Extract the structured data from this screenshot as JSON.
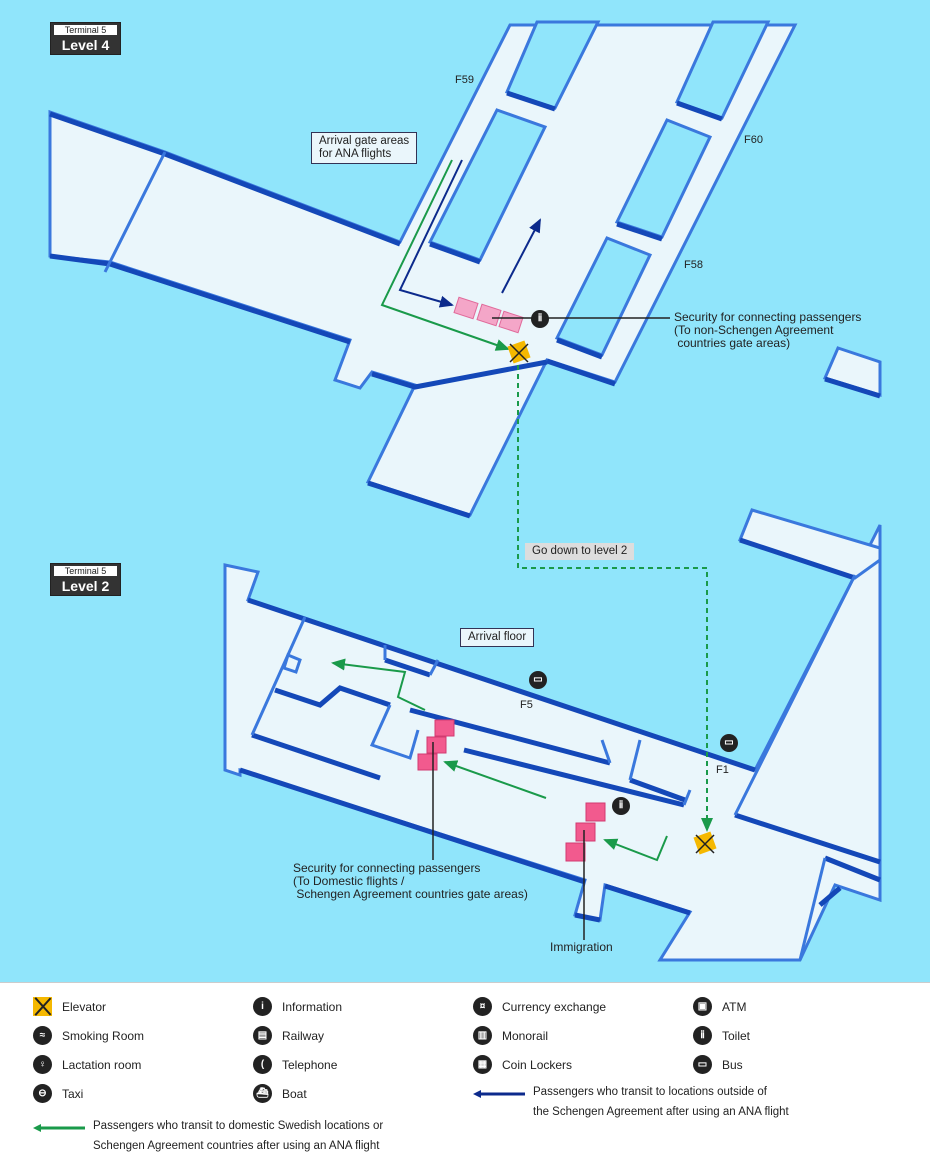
{
  "level4": {
    "terminal": "Terminal 5",
    "level": "Level 4",
    "gates": [
      "F59",
      "F60",
      "F58"
    ],
    "arrival_box": [
      "Arrival gate areas",
      "for ANA flights"
    ],
    "security_callout": [
      "Security for connecting passengers",
      "(To non-Schengen Agreement",
      " countries gate areas)"
    ],
    "go_down": "Go down to level 2"
  },
  "level2": {
    "terminal": "Terminal 5",
    "level": "Level 2",
    "arrival_floor": "Arrival floor",
    "gates": [
      "F5",
      "F1"
    ],
    "security_callout": [
      "Security for connecting passengers",
      "(To Domestic flights /",
      " Schengen Agreement countries gate areas)"
    ],
    "immigration": "Immigration"
  },
  "legend": {
    "items": [
      {
        "icon": "elevator-icon",
        "label": "Elevator"
      },
      {
        "icon": "information-icon",
        "label": "Information",
        "glyph": "i"
      },
      {
        "icon": "currency-exchange-icon",
        "label": "Currency exchange",
        "glyph": "¤"
      },
      {
        "icon": "atm-icon",
        "label": "ATM",
        "glyph": "▣"
      },
      {
        "icon": "smoking-room-icon",
        "label": "Smoking Room",
        "glyph": "≈"
      },
      {
        "icon": "railway-icon",
        "label": "Railway",
        "glyph": "▤"
      },
      {
        "icon": "monorail-icon",
        "label": "Monorail",
        "glyph": "▥"
      },
      {
        "icon": "toilet-icon",
        "label": "Toilet",
        "glyph": "ⅱ"
      },
      {
        "icon": "lactation-room-icon",
        "label": "Lactation room",
        "glyph": "♀"
      },
      {
        "icon": "telephone-icon",
        "label": "Telephone",
        "glyph": "("
      },
      {
        "icon": "coin-lockers-icon",
        "label": "Coin Lockers",
        "glyph": "▦"
      },
      {
        "icon": "bus-icon",
        "label": "Bus",
        "glyph": "▭"
      },
      {
        "icon": "taxi-icon",
        "label": "Taxi",
        "glyph": "⊖"
      },
      {
        "icon": "boat-icon",
        "label": "Boat",
        "glyph": "⛴"
      }
    ],
    "green_arrow": [
      "Passengers who transit to domestic Swedish locations or",
      "Schengen Agreement countries after using an ANA flight"
    ],
    "navy_arrow": [
      "Passengers who transit to locations outside of",
      "the Schengen Agreement after using an ANA flight"
    ]
  },
  "colors": {
    "background": "#90e5fb",
    "floor": "#eaf6fb",
    "wall": "#1448b8",
    "green": "#1a9a4a",
    "navy": "#0c2a8c",
    "security": "#f27aa8",
    "elevator": "#f5b800"
  }
}
